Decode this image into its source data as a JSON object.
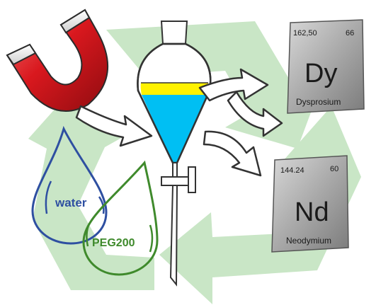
{
  "colors": {
    "recycle": "#c9e6c6",
    "magnet_red": "#d9181e",
    "magnet_tip": "#ededed",
    "organic_phase": "#fff200",
    "aqueous_phase": "#00bff3",
    "water_drop": "#2e4fa1",
    "peg_drop": "#3f8a2c",
    "tile_fill": "#a9a9a9"
  },
  "icons": [
    "recycle-icon",
    "magnet-icon",
    "separatory-funnel-icon",
    "water-drop-icon",
    "peg-drop-icon",
    "arrow-icon"
  ],
  "tiles": {
    "dy": {
      "mass": "162,50",
      "number": "66",
      "symbol": "Dy",
      "name": "Dysprosium"
    },
    "nd": {
      "mass": "144.24",
      "number": "60",
      "symbol": "Nd",
      "name": "Neodymium"
    }
  },
  "drops": {
    "water": {
      "label": "water"
    },
    "peg": {
      "label": "PEG200"
    }
  }
}
